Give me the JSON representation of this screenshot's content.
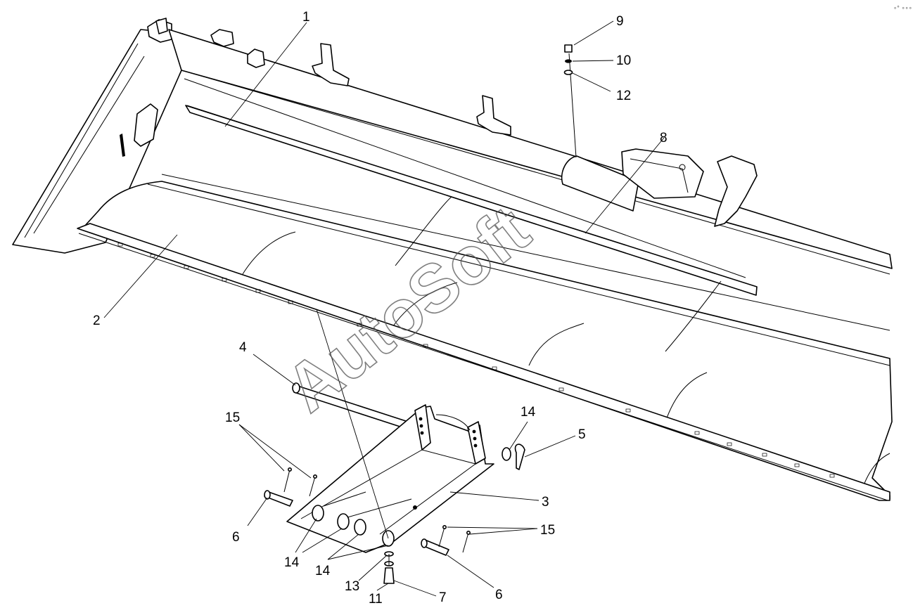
{
  "watermark": "AutoSoft",
  "corner_mark": "∘° ∘∘∘",
  "callouts": [
    {
      "id": "c1",
      "label": "1"
    },
    {
      "id": "c2",
      "label": "2"
    },
    {
      "id": "c3",
      "label": "3"
    },
    {
      "id": "c4",
      "label": "4"
    },
    {
      "id": "c5",
      "label": "5"
    },
    {
      "id": "c6a",
      "label": "6"
    },
    {
      "id": "c6b",
      "label": "6"
    },
    {
      "id": "c7",
      "label": "7"
    },
    {
      "id": "c8",
      "label": "8"
    },
    {
      "id": "c9",
      "label": "9"
    },
    {
      "id": "c10",
      "label": "10"
    },
    {
      "id": "c11",
      "label": "11"
    },
    {
      "id": "c12",
      "label": "12"
    },
    {
      "id": "c13",
      "label": "13"
    },
    {
      "id": "c14a",
      "label": "14"
    },
    {
      "id": "c14b",
      "label": "14"
    },
    {
      "id": "c14c",
      "label": "14"
    },
    {
      "id": "c15a",
      "label": "15"
    },
    {
      "id": "c15b",
      "label": "15"
    }
  ]
}
